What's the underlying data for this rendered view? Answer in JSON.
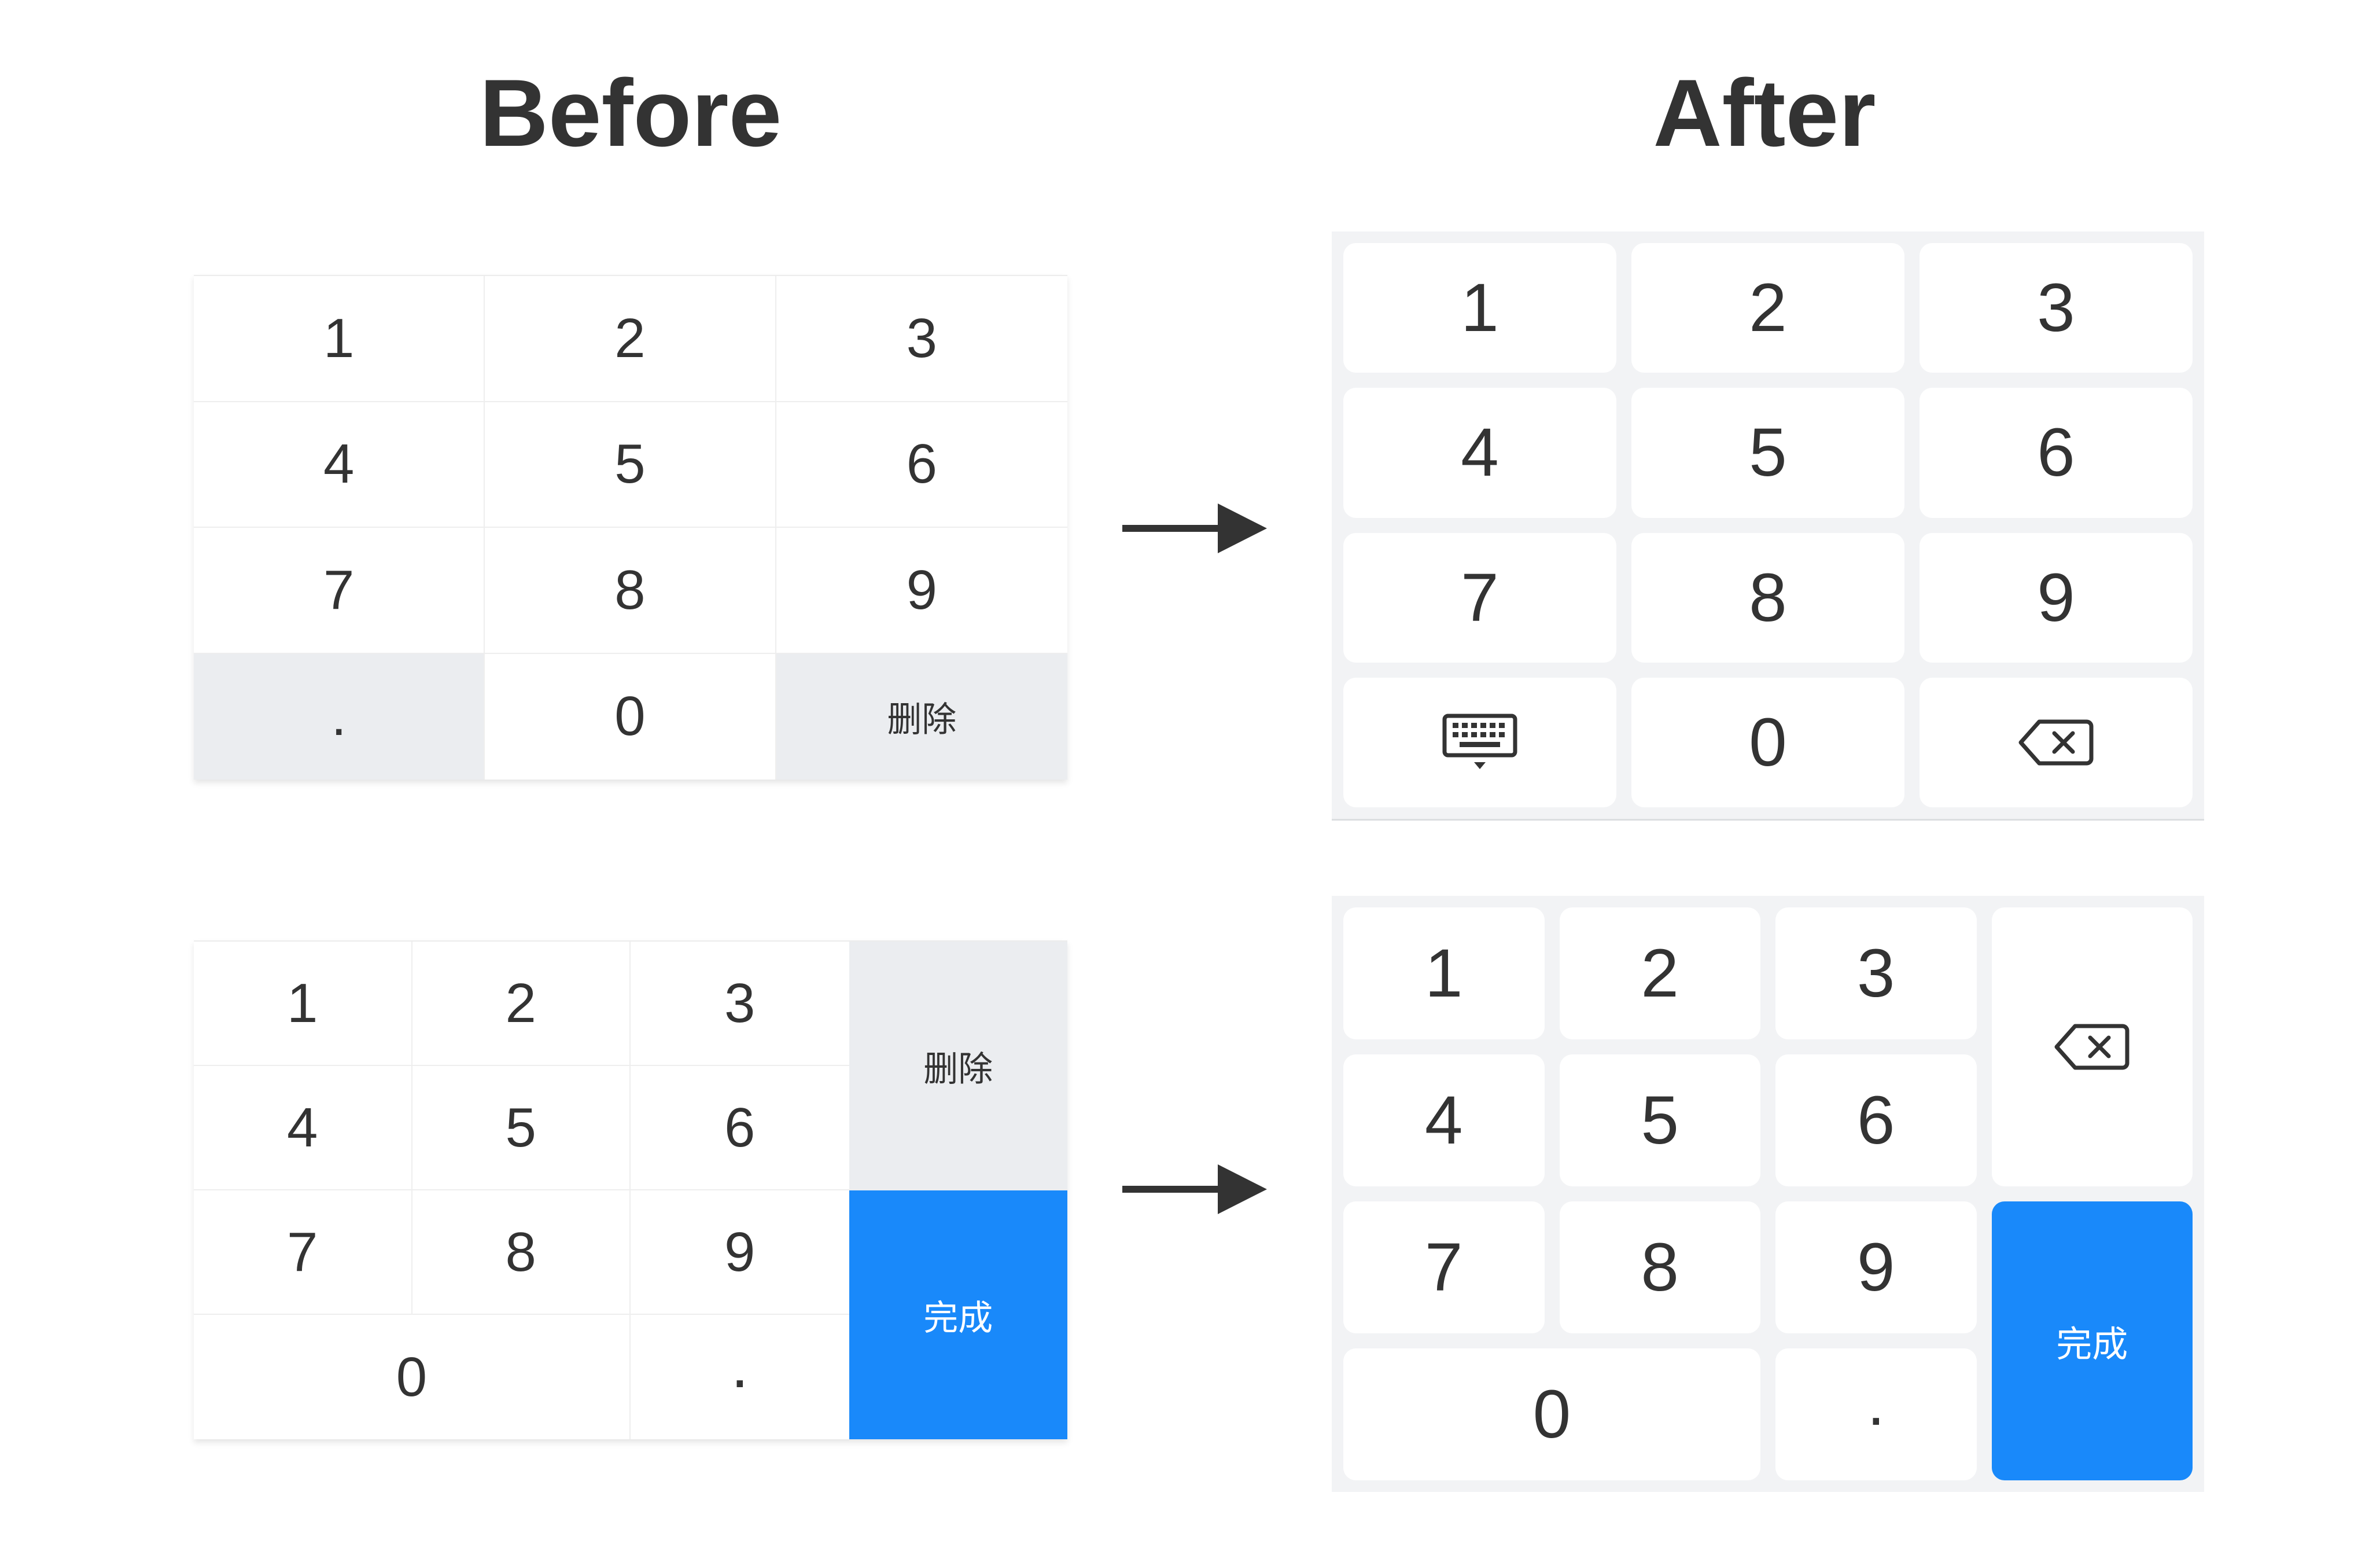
{
  "headings": {
    "before": "Before",
    "after": "After"
  },
  "before_keyboard_1": {
    "rows": [
      [
        "1",
        "2",
        "3"
      ],
      [
        "4",
        "5",
        "6"
      ],
      [
        "7",
        "8",
        "9"
      ]
    ],
    "bottom": {
      "left": ".",
      "middle": "0",
      "right": "删除"
    }
  },
  "before_keyboard_2": {
    "digits": [
      "1",
      "2",
      "3",
      "4",
      "5",
      "6",
      "7",
      "8",
      "9"
    ],
    "zero": "0",
    "dot": ".",
    "delete": "删除",
    "done": "完成"
  },
  "after_keyboard_1": {
    "rows": [
      [
        "1",
        "2",
        "3"
      ],
      [
        "4",
        "5",
        "6"
      ],
      [
        "7",
        "8",
        "9"
      ]
    ],
    "bottom": {
      "left_icon": "keyboard-hide-icon",
      "middle": "0",
      "right_icon": "backspace-icon"
    }
  },
  "after_keyboard_2": {
    "digits": [
      "1",
      "2",
      "3",
      "4",
      "5",
      "6",
      "7",
      "8",
      "9"
    ],
    "zero": "0",
    "dot": ".",
    "delete_icon": "backspace-icon",
    "done": "完成"
  },
  "colors": {
    "blue": "#1989fa",
    "grey_key": "#ebedf0",
    "panel_bg": "#f2f3f5",
    "text": "#333333"
  }
}
